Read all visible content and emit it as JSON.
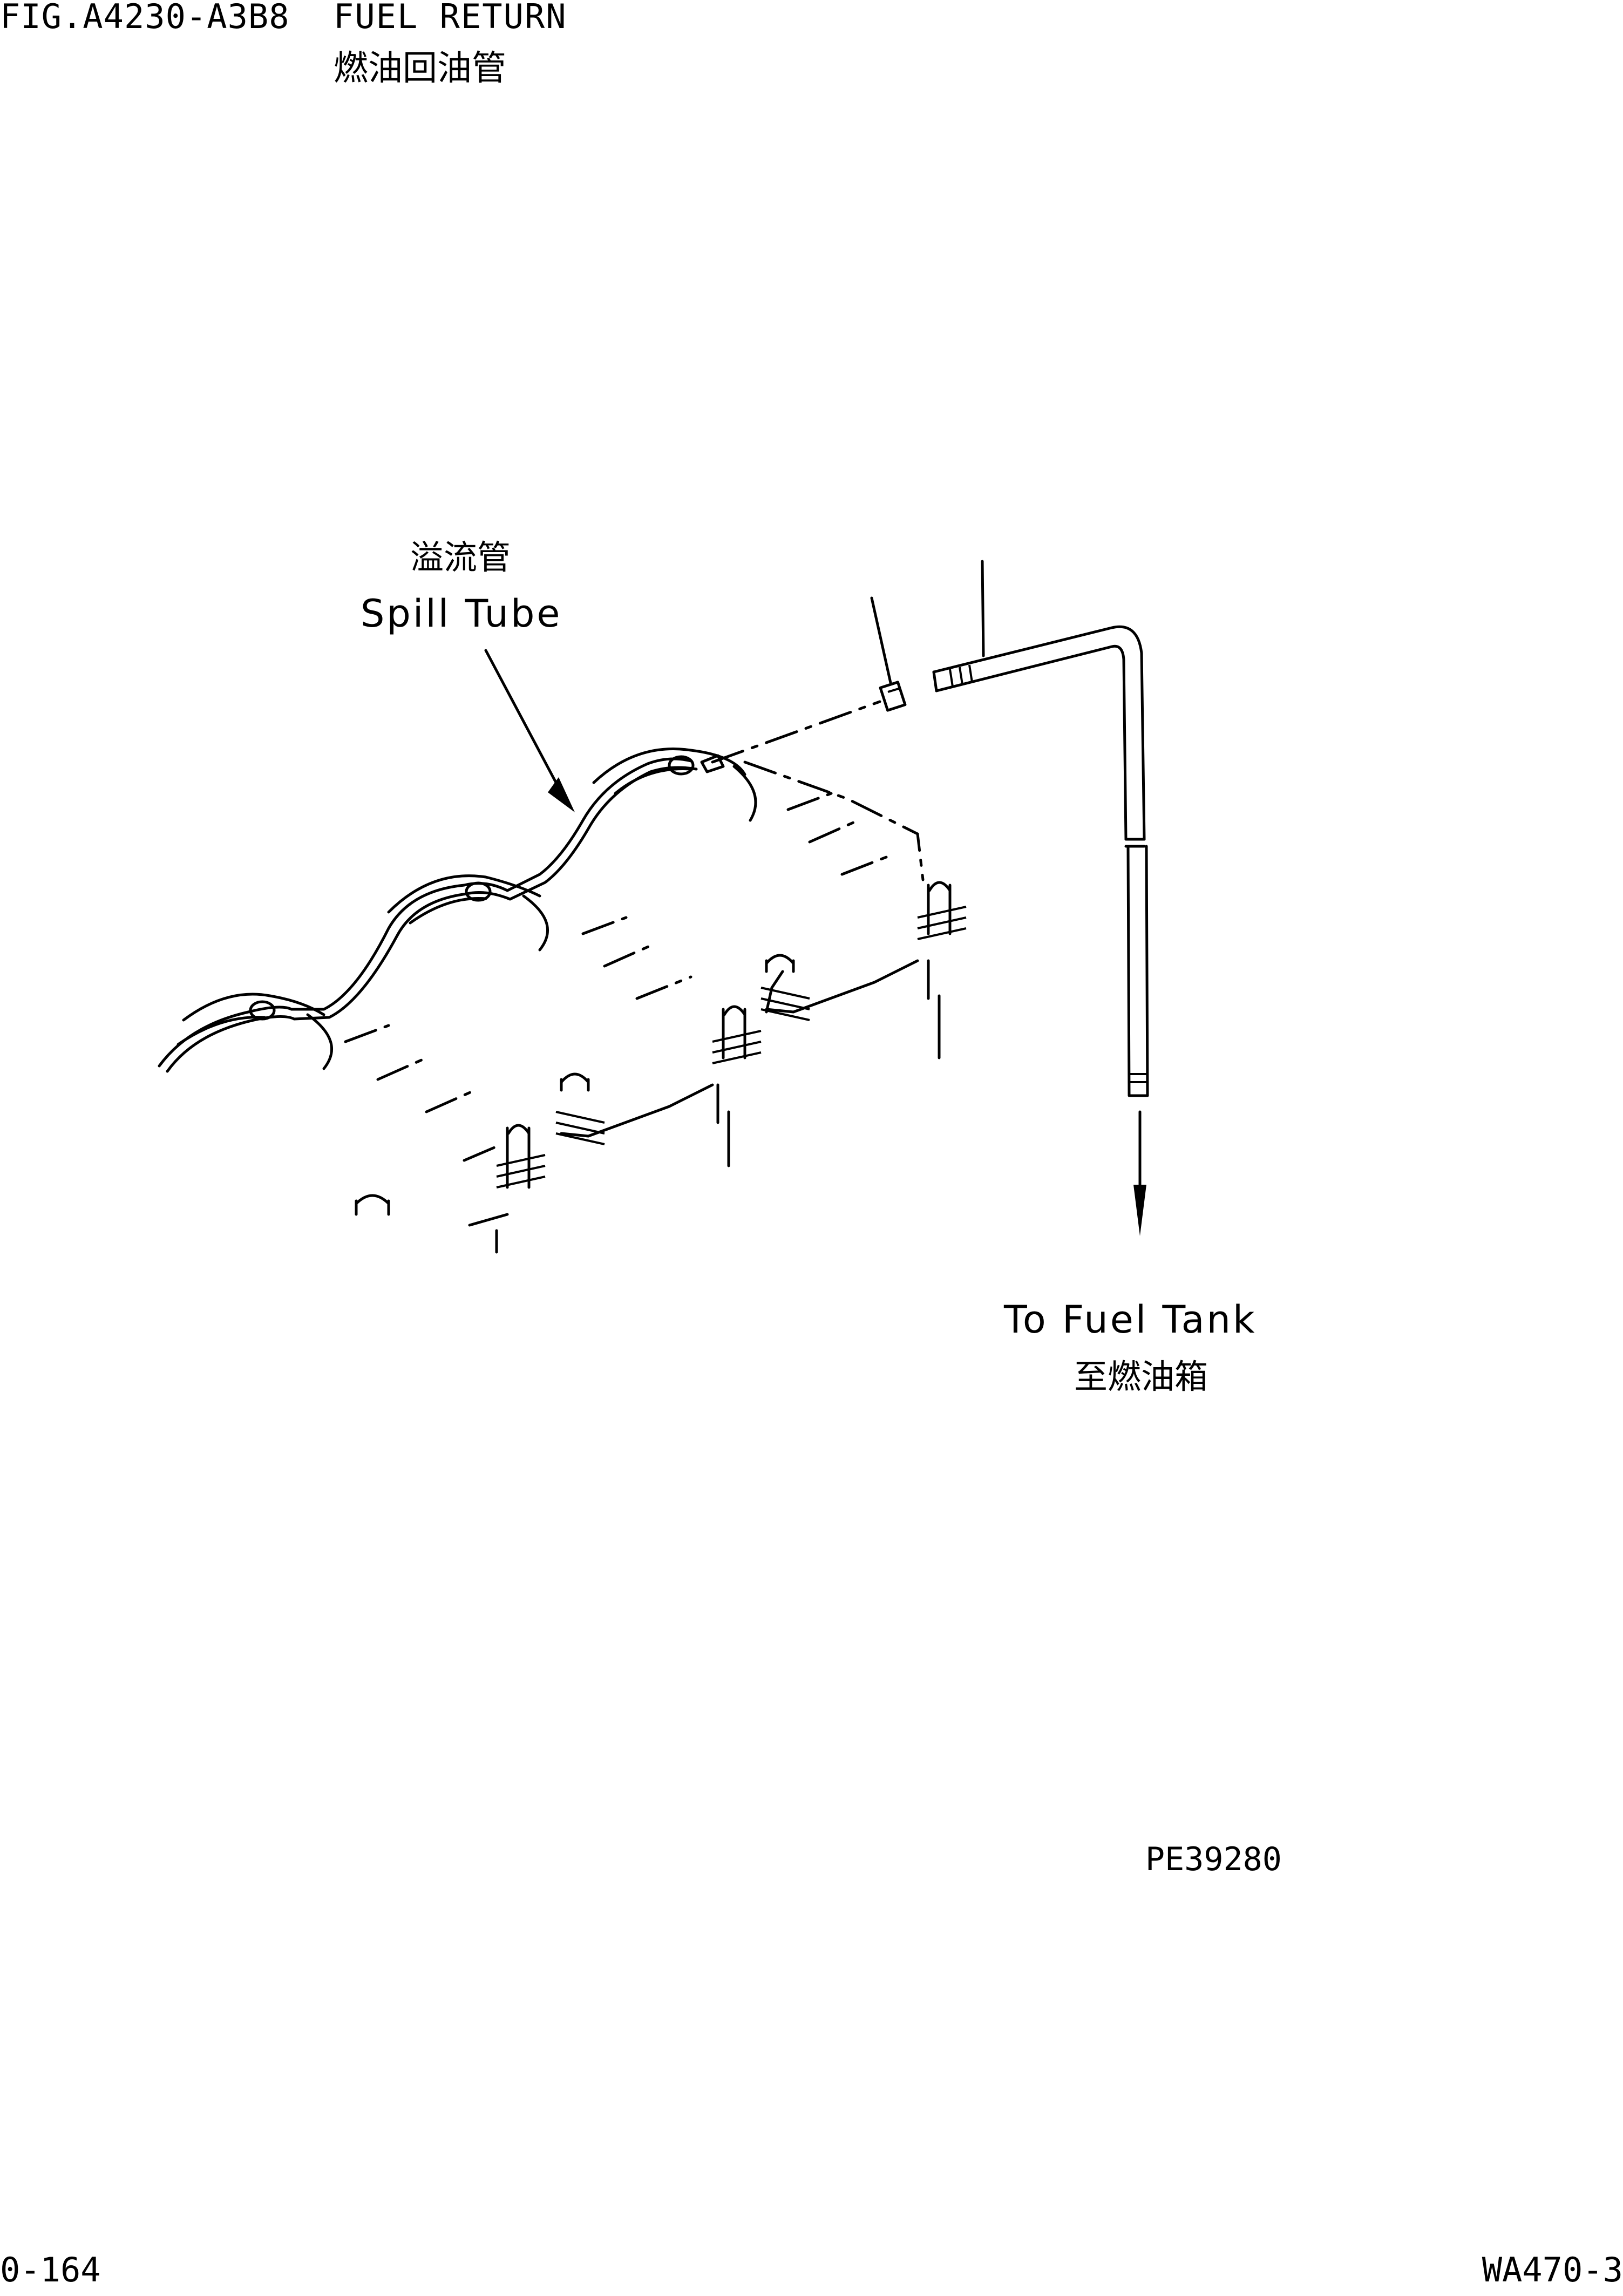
{
  "header": {
    "figure_code": "FIG.A4230-A3B8",
    "title": "FUEL RETURN",
    "title_cn": "燃油回油管"
  },
  "callouts": {
    "spill_tube_cn": "溢流管",
    "spill_tube_en": "Spill Tube",
    "fuel_tank_en": "To Fuel Tank",
    "fuel_tank_cn": "至燃油箱"
  },
  "drawing_id": "PE39280",
  "footer": {
    "page_number": "0-164",
    "model": "WA470-3"
  }
}
